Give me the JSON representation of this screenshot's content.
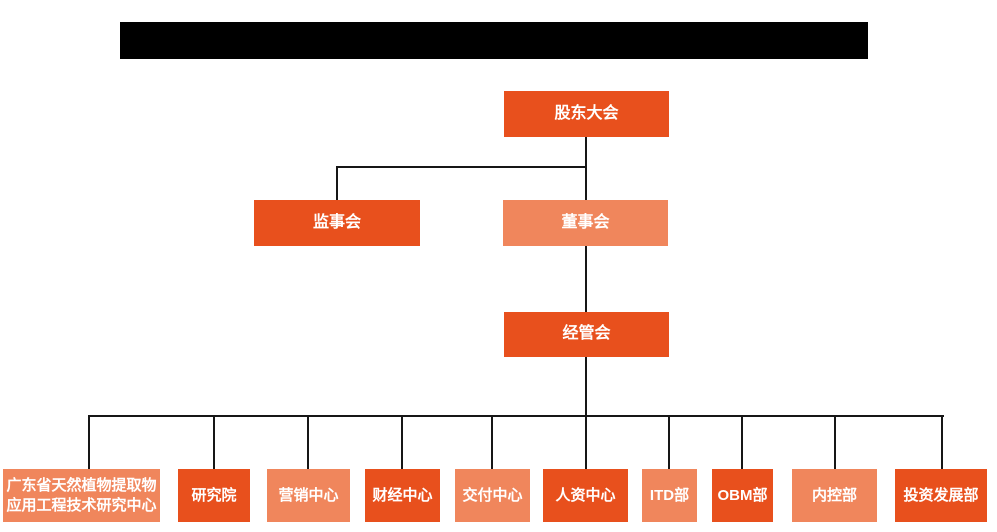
{
  "page": {
    "background_color": "#ffffff",
    "redacted_title_bar": true
  },
  "colors": {
    "node_primary": "#E8501D",
    "node_secondary": "#F0865C",
    "connector_line": "#161616",
    "node_text": "#ffffff",
    "title_bar": "#000000"
  },
  "org_chart": {
    "type": "organization-chart",
    "nodes": {
      "shareholders": {
        "label": "股东大会",
        "level": 1
      },
      "supervisory": {
        "label": "监事会",
        "level": 2
      },
      "board": {
        "label": "董事会",
        "level": 2
      },
      "management": {
        "label": "经管会",
        "level": 3
      },
      "dept1": {
        "label": "广东省天然植物提取物应用工程技术研究中心",
        "level": 4
      },
      "dept2": {
        "label": "研究院",
        "level": 4
      },
      "dept3": {
        "label": "营销中心",
        "level": 4
      },
      "dept4": {
        "label": "财经中心",
        "level": 4
      },
      "dept5": {
        "label": "交付中心",
        "level": 4
      },
      "dept6": {
        "label": "人资中心",
        "level": 4
      },
      "dept7": {
        "label": "ITD部",
        "level": 4
      },
      "dept8": {
        "label": "OBM部",
        "level": 4
      },
      "dept9": {
        "label": "内控部",
        "level": 4
      },
      "dept10": {
        "label": "投资发展部",
        "level": 4
      }
    },
    "edges": [
      [
        "股东大会",
        "监事会"
      ],
      [
        "股东大会",
        "董事会"
      ],
      [
        "董事会",
        "经管会"
      ],
      [
        "经管会",
        "广东省天然植物提取物应用工程技术研究中心"
      ],
      [
        "经管会",
        "研究院"
      ],
      [
        "经管会",
        "营销中心"
      ],
      [
        "经管会",
        "财经中心"
      ],
      [
        "经管会",
        "交付中心"
      ],
      [
        "经管会",
        "人资中心"
      ],
      [
        "经管会",
        "ITD部"
      ],
      [
        "经管会",
        "OBM部"
      ],
      [
        "经管会",
        "内控部"
      ],
      [
        "经管会",
        "投资发展部"
      ]
    ]
  }
}
